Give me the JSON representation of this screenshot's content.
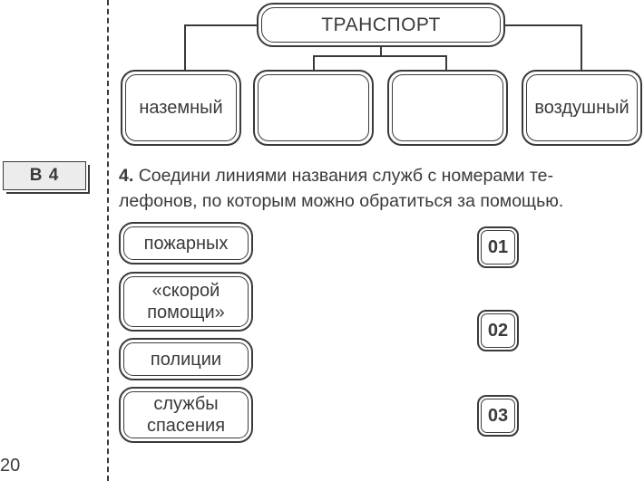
{
  "diagram": {
    "title": "ТРАНСПОРТ",
    "categories": [
      "наземный",
      "",
      "",
      "воздушный"
    ]
  },
  "task": {
    "badge": "В 4",
    "number": "4.",
    "text_line1": "Соедини линиями названия служб с номерами те-",
    "text_line2": "лефонов, по которым можно обратиться за помощью."
  },
  "services": [
    {
      "line1": "пожарных",
      "line2": ""
    },
    {
      "line1": "«скорой",
      "line2": "помощи»"
    },
    {
      "line1": "полиции",
      "line2": ""
    },
    {
      "line1": "службы",
      "line2": "спасения"
    }
  ],
  "phones": [
    "01",
    "02",
    "03"
  ],
  "page_number": "20"
}
